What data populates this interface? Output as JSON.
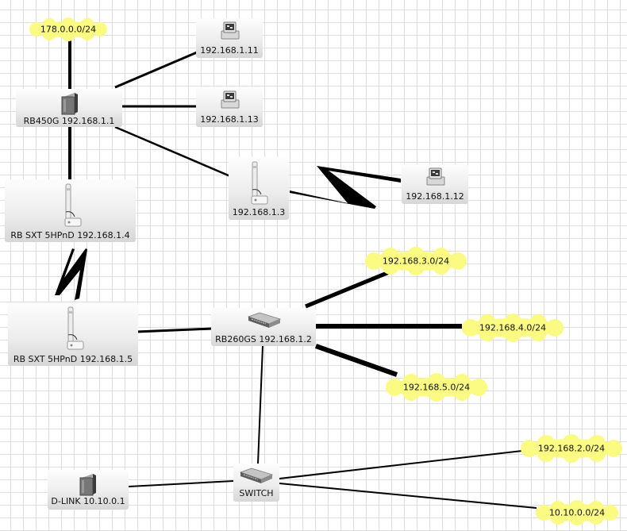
{
  "colors": {
    "cloud_fill": "#fbfb84",
    "cloud_edge": "#f3f36a",
    "link": "#000000",
    "grid": "#dedede"
  },
  "nodes": {
    "rb450g": {
      "label": "RB450G   192.168.1.1",
      "icon": "router-box-icon"
    },
    "pc_11": {
      "label": "192.168.1.11",
      "icon": "workstation-icon"
    },
    "pc_13": {
      "label": "192.168.1.13",
      "icon": "workstation-icon"
    },
    "pc_12": {
      "label": "192.168.1.12",
      "icon": "workstation-icon"
    },
    "ap_13": {
      "label": "192.168.1.3",
      "icon": "antenna-icon"
    },
    "sxt_14": {
      "label": "RB SXT 5HPnD 192.168.1.4",
      "icon": "antenna-icon"
    },
    "sxt_15": {
      "label": "RB SXT 5HPnD 192.168.1.5",
      "icon": "antenna-icon"
    },
    "rb260gs": {
      "label": "RB260GS 192.168.1.2",
      "icon": "switch-icon"
    },
    "switch": {
      "label": "SWITCH",
      "icon": "switch-icon"
    },
    "dlink": {
      "label": "D-LINK 10.10.0.1",
      "icon": "router-box-icon"
    }
  },
  "networks": {
    "net_178": "178.0.0.0/24",
    "net_3": "192.168.3.0/24",
    "net_4": "192.168.4.0/24",
    "net_5": "192.168.5.0/24",
    "net_2": "192.168.2.0/24",
    "net_10": "10.10.0.0/24"
  }
}
